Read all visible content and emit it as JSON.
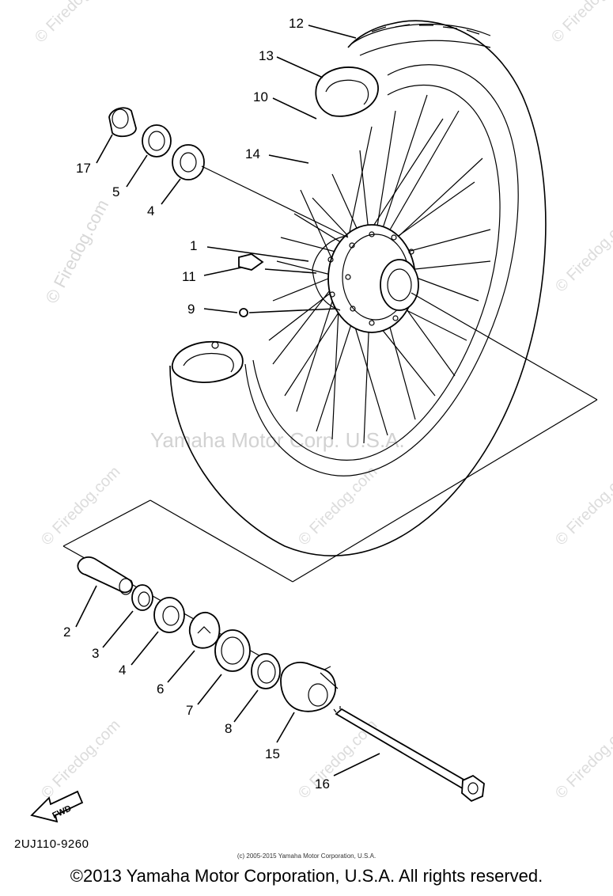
{
  "watermarks": {
    "site": "© Firedog.com",
    "center": "Yamaha Motor Corp. U.S.A."
  },
  "labels": {
    "p12": "12",
    "p13": "13",
    "p10": "10",
    "p14": "14",
    "p17": "17",
    "p5": "5",
    "p4_top": "4",
    "p1": "1",
    "p11": "11",
    "p9": "9",
    "p2": "2",
    "p3": "3",
    "p4_bottom": "4",
    "p6": "6",
    "p7": "7",
    "p8": "8",
    "p15": "15",
    "p16": "16"
  },
  "fwd_label": "FWD",
  "diagram_code": "2UJ110-9260",
  "small_copyright": "(c) 2005-2015 Yamaha Motor Corporation, U.S.A.",
  "copyright": "©2013 Yamaha Motor Corporation, U.S.A. All rights reserved."
}
